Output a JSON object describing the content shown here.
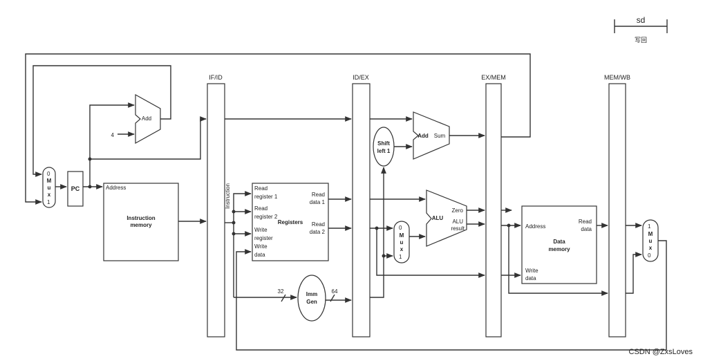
{
  "legend": {
    "stage": "sd",
    "caption": "写回"
  },
  "pipeline_registers": {
    "ifid": "IF/ID",
    "idex": "ID/EX",
    "exmem": "EX/MEM",
    "memwb": "MEM/WB"
  },
  "pc_mux": {
    "top": "0",
    "m": "M",
    "u": "u",
    "x": "x",
    "bottom": "1"
  },
  "pc": "PC",
  "pc_adder": {
    "label": "Add",
    "const": "4"
  },
  "imem": {
    "port": "Address",
    "title_l1": "Instruction",
    "title_l2": "memory"
  },
  "instruction_bus": "Instruction",
  "registers": {
    "title": "Registers",
    "read_reg1": [
      "Read",
      "register 1"
    ],
    "read_reg2": [
      "Read",
      "register 2"
    ],
    "write_reg": [
      "Write",
      "register"
    ],
    "write_data": [
      "Write",
      "data"
    ],
    "read_data1": [
      "Read",
      "data 1"
    ],
    "read_data2": [
      "Read",
      "data 2"
    ]
  },
  "imm_gen": {
    "l1": "Imm",
    "l2": "Gen",
    "in_width": "32",
    "out_width": "64"
  },
  "shift": {
    "l1": "Shift",
    "l2": "left 1"
  },
  "branch_adder": {
    "label": "Add",
    "out": "Sum"
  },
  "alu_mux": {
    "top": "0",
    "m": "M",
    "u": "u",
    "x": "x",
    "bottom": "1"
  },
  "alu": {
    "label": "ALU",
    "zero": "Zero",
    "result_l1": "ALU",
    "result_l2": "result"
  },
  "dmem": {
    "address": "Address",
    "read_data": [
      "Read",
      "data"
    ],
    "write_data": [
      "Write",
      "data"
    ],
    "title": [
      "Data",
      "memory"
    ]
  },
  "wb_mux": {
    "top": "1",
    "m": "M",
    "u": "u",
    "x": "x",
    "bottom": "0"
  },
  "watermark": "CSDN @ZxsLoves"
}
